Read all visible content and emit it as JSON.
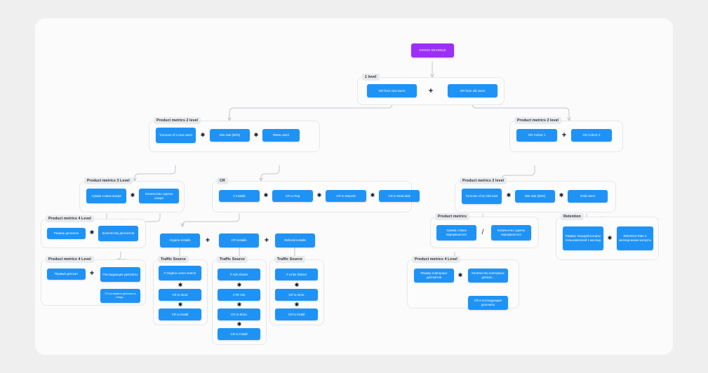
{
  "meta": {
    "canvas_bg": "#fbfbfb",
    "page_bg": "#efefef",
    "node_blue": "#1f93f5",
    "node_purple": "#9b2ff7",
    "group_border": "#e6e7ea",
    "group_label_bg": "#e9eaec"
  },
  "groups": [
    {
      "id": "g_level1",
      "title": "1 level"
    },
    {
      "id": "g_pm2_left",
      "title": "Product metrics 2 level"
    },
    {
      "id": "g_pm2_right",
      "title": "Product metrics 2 level"
    },
    {
      "id": "g_pm3",
      "title": "Product metrics 3 Level"
    },
    {
      "id": "g_cr",
      "title": "CR"
    },
    {
      "id": "g_pm2_old",
      "title": "Product metrics 2 level"
    },
    {
      "id": "g_pm4_a",
      "title": "Product metrics 4 Level"
    },
    {
      "id": "g_pm4_b",
      "title": "Product metrics 4 Level"
    },
    {
      "id": "g_ts_org",
      "title": "Traffic Source"
    },
    {
      "id": "g_ts_cpi",
      "title": "Traffic Source"
    },
    {
      "id": "g_ts_ref",
      "title": "Traffic Source"
    },
    {
      "id": "g_pm_ret",
      "title": "Product metrics"
    },
    {
      "id": "g_retention",
      "title": "Retention"
    },
    {
      "id": "g_pm4_c",
      "title": "Product metrics 4 Level"
    }
  ],
  "nodes": {
    "gross_revenue": "GROSS REVENUE",
    "gr_new_users": "GR from new users",
    "gr_old_users": "GR from old users",
    "turnover_new": "Turnover of a new users",
    "win_rate_new": "Win-rate (60%)",
    "num_new_users": "#New users",
    "gr_cohort_1": "GR Cohort 1",
    "gr_cohort_x": "GR Cohort X",
    "sum_bets_user": "Сумма ставок юзера",
    "count_deals_user": "Количество сделок юзера",
    "installs": "# Installs",
    "cr_to_reg": "CR to Reg",
    "cr_to_deposit": "CR to Deposit",
    "cr_to_real_deal": "CR to Real deal",
    "turnover_old": "Turnover of an Old user",
    "win_rate_old": "Win-rate (60%)",
    "num_old_users": "#Old users",
    "deposit_size": "Размер депозита",
    "deposit_count": "Количество депозитов",
    "first_deposit": "Первый депозит",
    "next_deposits": "Последующие депозиты",
    "cr_first_to_next": "CR из первого депозита в следу...",
    "organic_installs": "Organic installs",
    "cpi_installs": "CPI installs",
    "referral_installs": "Referral installs",
    "organic_users_search": "# Organic users search",
    "org_cr_to_store": "CR to store",
    "org_cr_to_install": "CR to install",
    "ads_shown": "# Ads shown",
    "ctr_ads": "CTR Ads",
    "cpi_cr_to_store": "CR to Store",
    "cpi_cr_to_install": "CR to Install",
    "links_shared": "# Links shared",
    "ref_cr_to_store": "CR to store",
    "ref_cr_to_install": "CR to install",
    "sum_bets_returned": "Сумма ставок вернувшегося",
    "count_deals_returned": "Количество сделок вернувшегося",
    "cohort_size_month1": "Размер текущей когорты пользователей 1 месяца",
    "retention_rate_2": "Retention Rate 2 месяца жизни когорты",
    "repeat_deposit_size": "Размер повторных депозитов",
    "repeat_deposit_count": "Количество повторных депози...",
    "cr_to_next_deposits": "CR в последующие депозиты"
  },
  "operators": {
    "plus": "+",
    "multiply": "✱",
    "divide": "/"
  }
}
